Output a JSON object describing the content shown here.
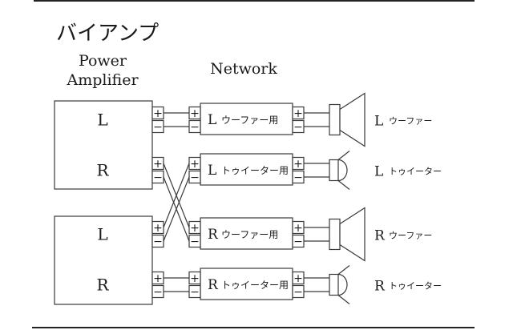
{
  "title": "バイアンプ",
  "headers": {
    "amplifier_line1": "Power",
    "amplifier_line2": "Amplifier",
    "network": "Network"
  },
  "terminal_symbols": {
    "plus": "+",
    "minus": "−"
  },
  "amplifiers": [
    {
      "channels": [
        {
          "label": "L"
        },
        {
          "label": "R"
        }
      ]
    },
    {
      "channels": [
        {
          "label": "L"
        },
        {
          "label": "R"
        }
      ]
    }
  ],
  "networks": [
    {
      "channel": "L",
      "name": "ウーファー用"
    },
    {
      "channel": "L",
      "name": "トゥイーター用"
    },
    {
      "channel": "R",
      "name": "ウーファー用"
    },
    {
      "channel": "R",
      "name": "トゥイーター用"
    }
  ],
  "speakers": [
    {
      "type": "woofer",
      "channel": "L",
      "name": "ウーファー"
    },
    {
      "type": "tweeter",
      "channel": "L",
      "name": "トゥイーター"
    },
    {
      "type": "woofer",
      "channel": "R",
      "name": "ウーファー"
    },
    {
      "type": "tweeter",
      "channel": "R",
      "name": "トゥイーター"
    }
  ],
  "connections": [
    {
      "from": "amp1-L",
      "to": "network-1 (L ウーファー用)"
    },
    {
      "from": "amp1-R",
      "to": "network-3 (R ウーファー用)"
    },
    {
      "from": "amp2-L",
      "to": "network-2 (L トゥイーター用)"
    },
    {
      "from": "amp2-R",
      "to": "network-4 (R トゥイーター用)"
    }
  ]
}
